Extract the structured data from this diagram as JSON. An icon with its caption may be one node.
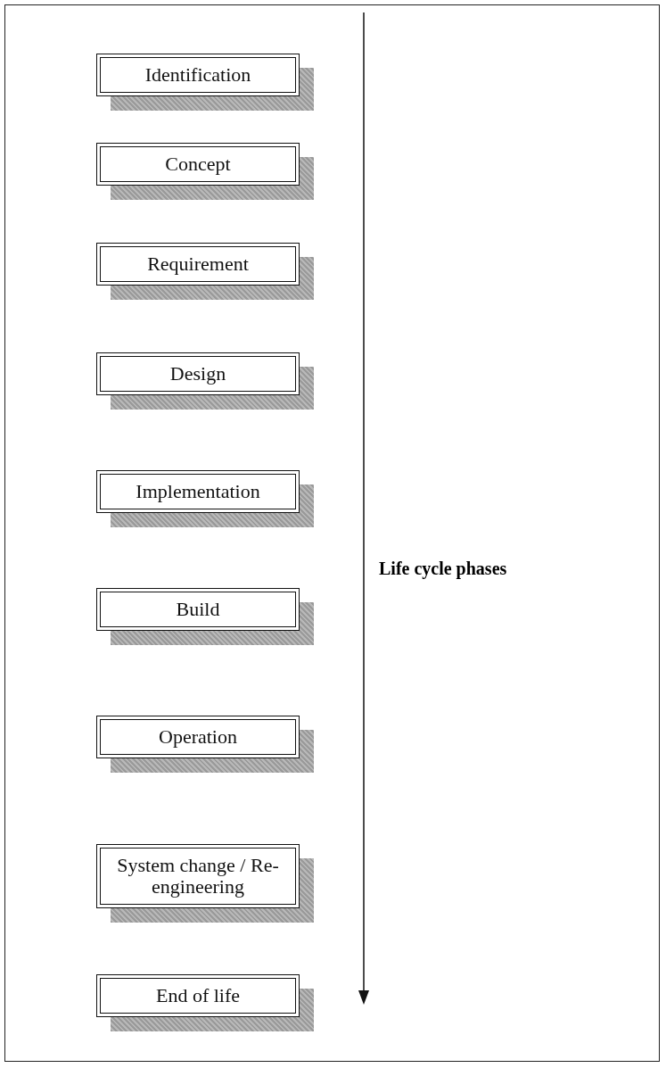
{
  "diagram": {
    "nodes": [
      {
        "text": [
          "Identification"
        ]
      },
      {
        "text": [
          "Concept"
        ]
      },
      {
        "text": [
          "Requirement"
        ]
      },
      {
        "text": [
          "Design"
        ]
      },
      {
        "text": [
          "Implementation"
        ]
      },
      {
        "text": [
          "Build"
        ]
      },
      {
        "text": [
          "Operation"
        ]
      },
      {
        "text": [
          "System change / Re-engineering"
        ]
      },
      {
        "text": [
          "End of life"
        ]
      }
    ],
    "labels": [
      "Life cycle phases"
    ]
  }
}
